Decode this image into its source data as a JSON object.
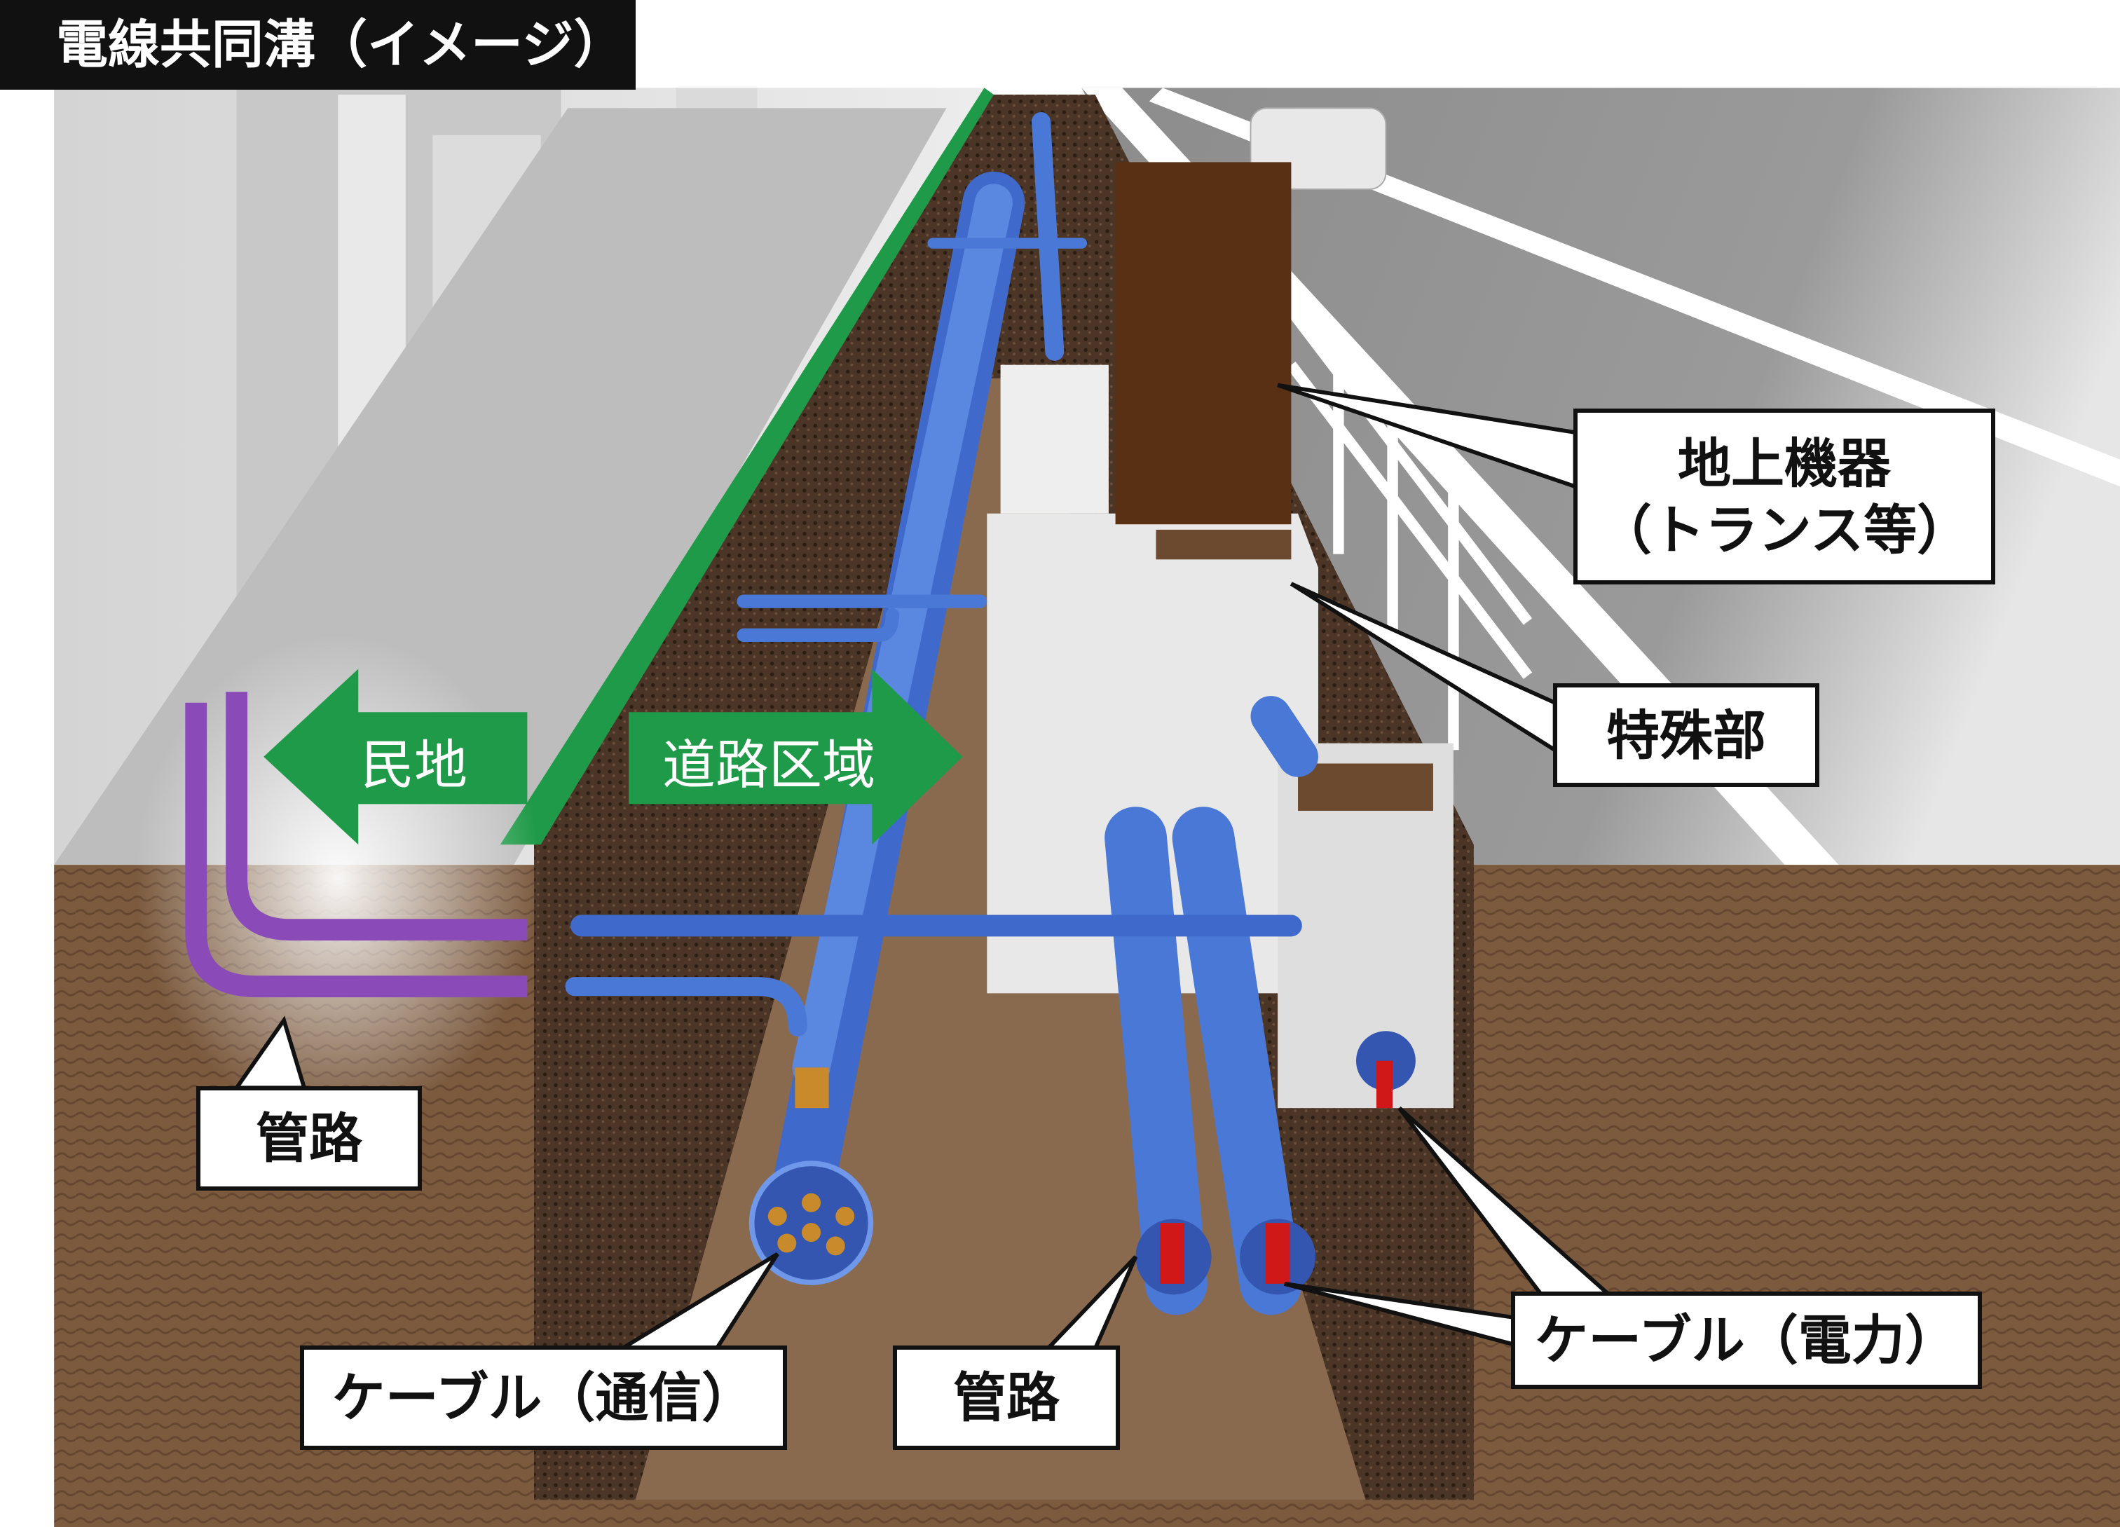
{
  "title": "電線共同溝（イメージ）",
  "labels": {
    "ground_equipment": [
      "地上機器",
      "（トランス等）"
    ],
    "special_section": "特殊部",
    "conduit_left": "管路",
    "cable_telecom": "ケーブル（通信）",
    "conduit_center": "管路",
    "cable_power": "ケーブル（電力）",
    "private_land": "民地",
    "road_area": "道路区域"
  },
  "colors": {
    "title_bg": "#111111",
    "boundary_green": "#1f9a48",
    "pipe_blue": "#4a78d6",
    "conduit_purple": "#8a4bb8",
    "soil": "#7b5a3e",
    "transformer": "#5a3014",
    "power_cable": "#d01818"
  }
}
